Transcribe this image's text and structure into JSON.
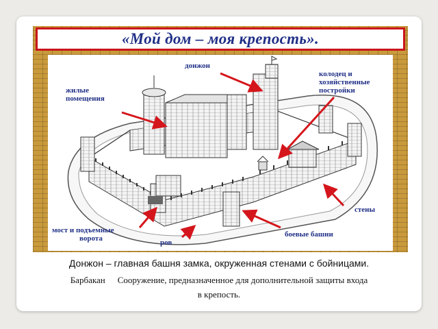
{
  "title": "«Мой дом – моя крепость».",
  "labels": {
    "donjon": "донжон",
    "living_1": "жилые",
    "living_2": "помещения",
    "well_1": "колодец и",
    "well_2": "хозяйственные",
    "well_3": "постройки",
    "walls": "стены",
    "bridge_1": "мост и подъемные",
    "bridge_2": "ворота",
    "moat": "ров",
    "towers": "боевые башни"
  },
  "caption": {
    "line1": "Донжон – главная башня замка, окруженная стенами с бойницами.",
    "term": "Барбакан",
    "definition_1": "Сооружение, предназначенное для дополнительной защиты входа",
    "definition_2": "в крепость."
  },
  "colors": {
    "title_text": "#1f2f86",
    "title_border": "#c9151b",
    "frame": "#c99a3c",
    "arrow": "#d4161c"
  }
}
